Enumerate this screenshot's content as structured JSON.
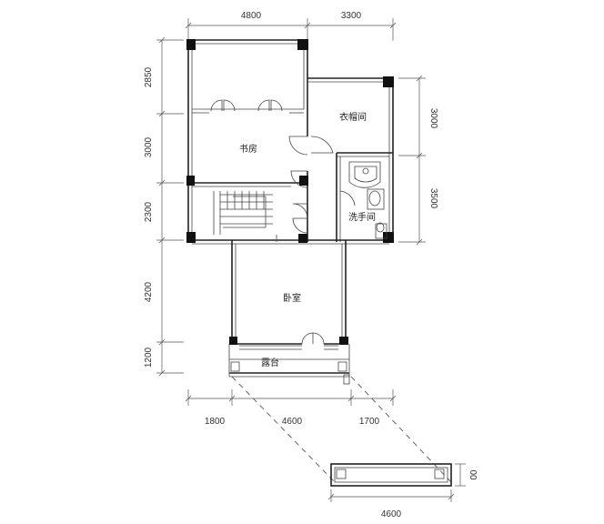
{
  "dimensions": {
    "top": [
      "4800",
      "3300"
    ],
    "left": [
      "2850",
      "3000",
      "2300",
      "4200",
      "1200"
    ],
    "right": [
      "3000",
      "3500"
    ],
    "bottom": [
      "1800",
      "4600",
      "1700"
    ],
    "detail_width": "4600",
    "detail_depth": "00"
  },
  "rooms": {
    "study": "书房",
    "cloakroom": "衣帽间",
    "washroom": "洗手间",
    "bedroom": "卧室",
    "terrace": "露台"
  }
}
